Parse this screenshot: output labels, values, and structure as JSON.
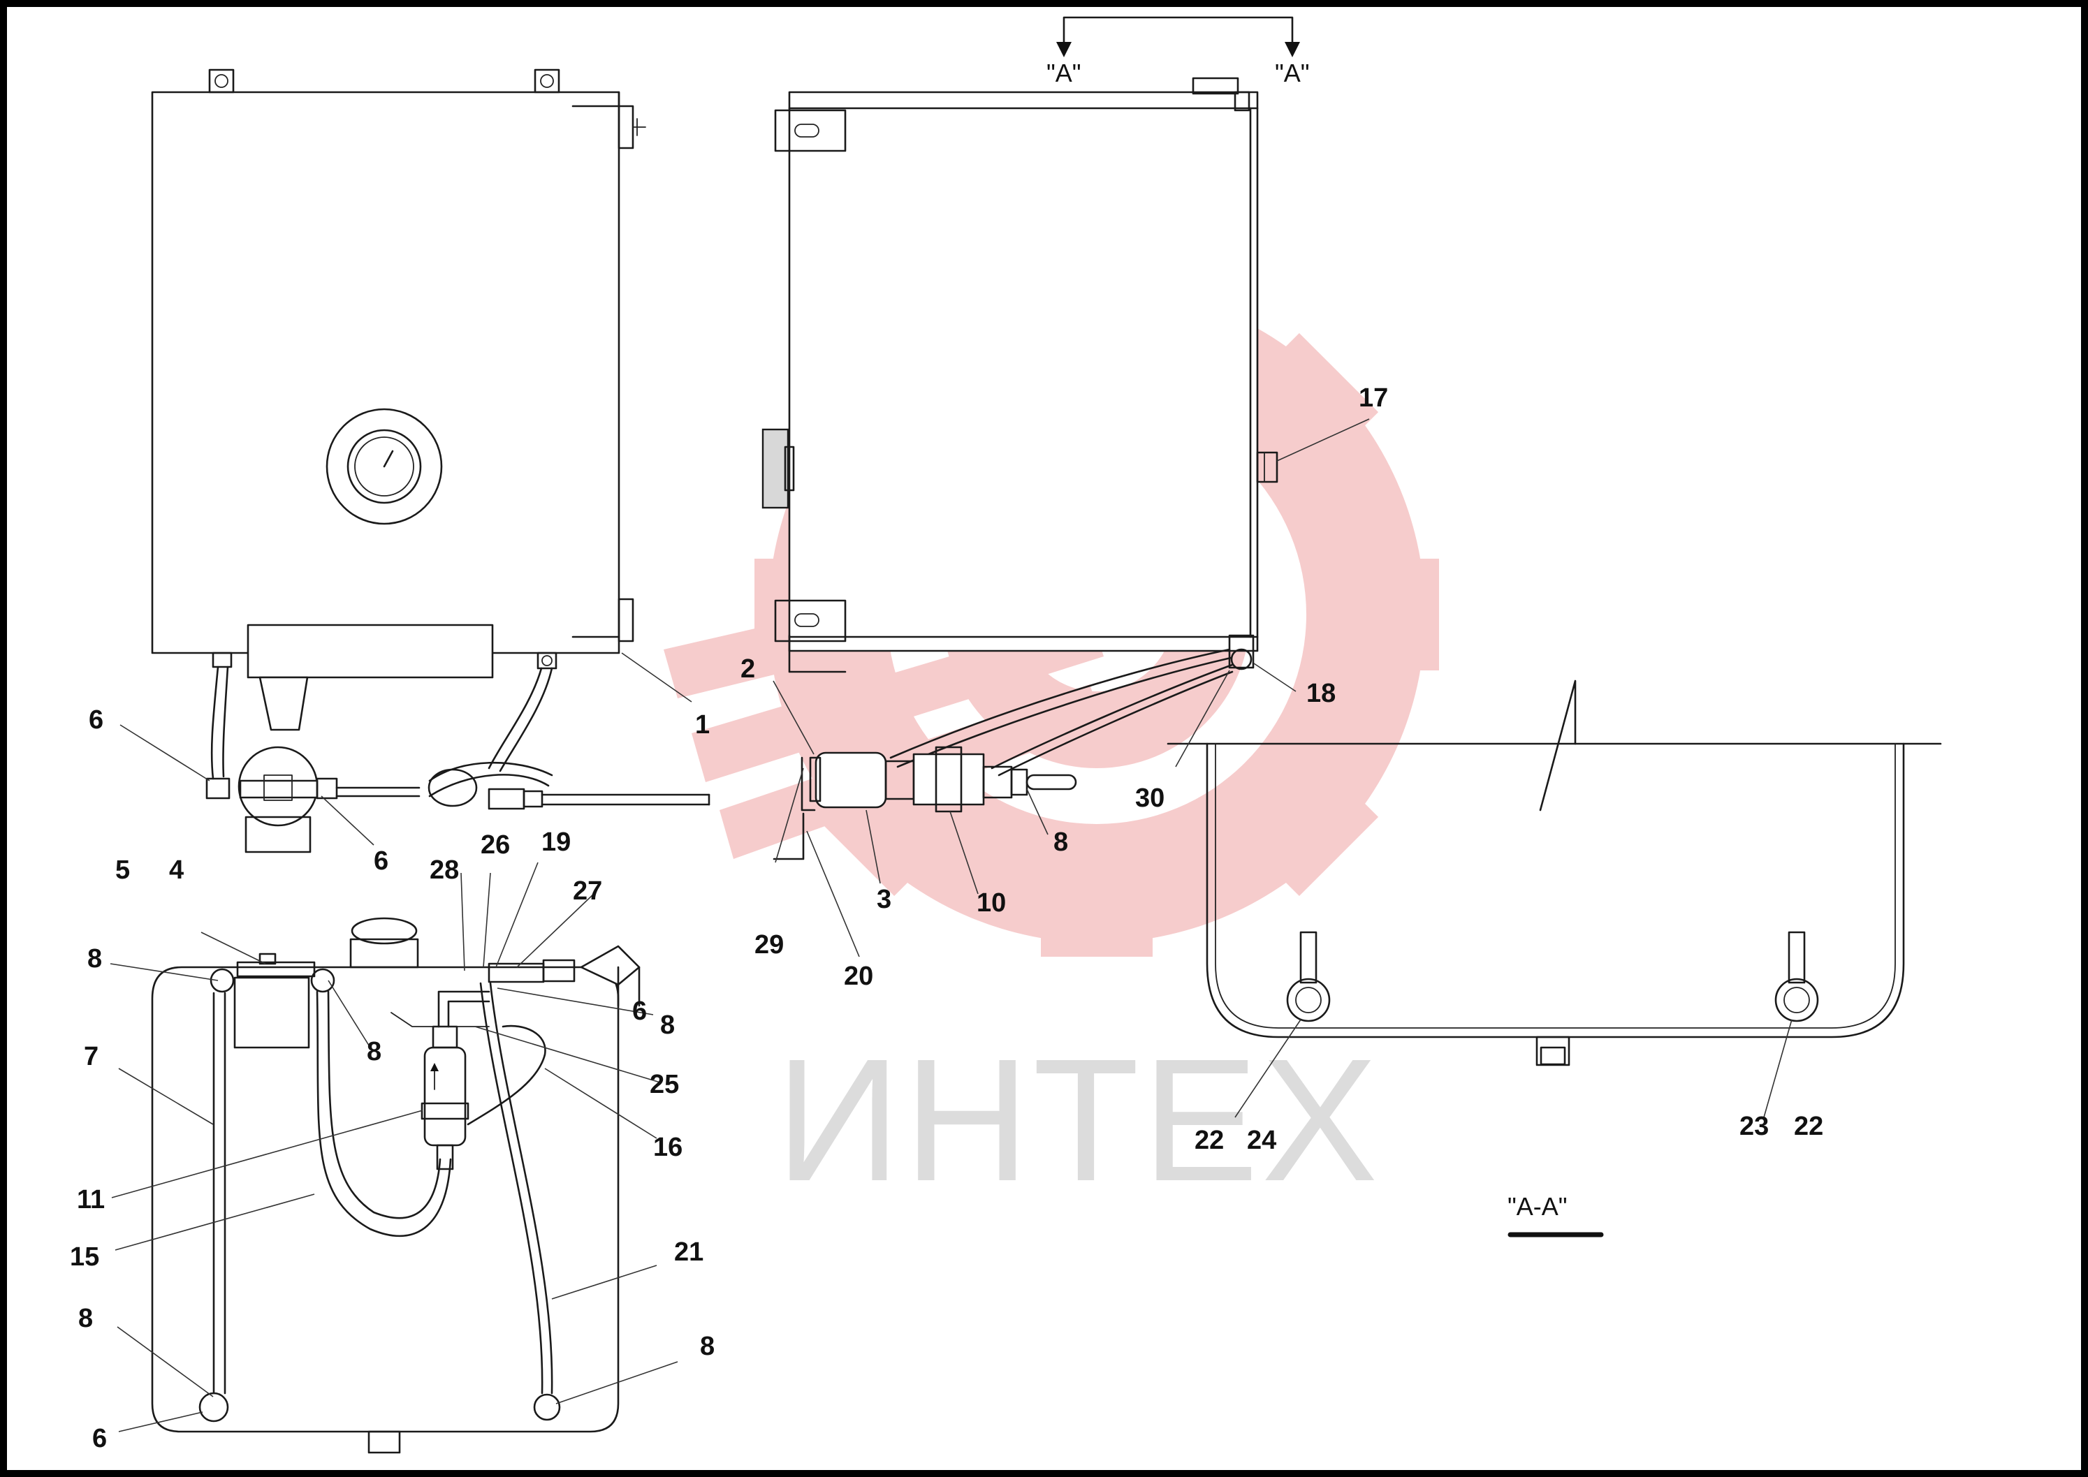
{
  "watermark": {
    "text": "ИНТЕХ",
    "gear_color": "#f6cccc",
    "text_color": "#dcdcdc"
  },
  "view_labels": {
    "section_left": "\"A\"",
    "section_right": "\"A\"",
    "section_view": "\"A-A\""
  },
  "callouts": [
    "1",
    "2",
    "3",
    "4",
    "5",
    "6",
    "6",
    "6",
    "6",
    "7",
    "8",
    "8",
    "8",
    "8",
    "8",
    "8",
    "10",
    "11",
    "15",
    "16",
    "17",
    "18",
    "19",
    "20",
    "21",
    "22",
    "22",
    "23",
    "24",
    "25",
    "26",
    "27",
    "28",
    "29",
    "30"
  ]
}
